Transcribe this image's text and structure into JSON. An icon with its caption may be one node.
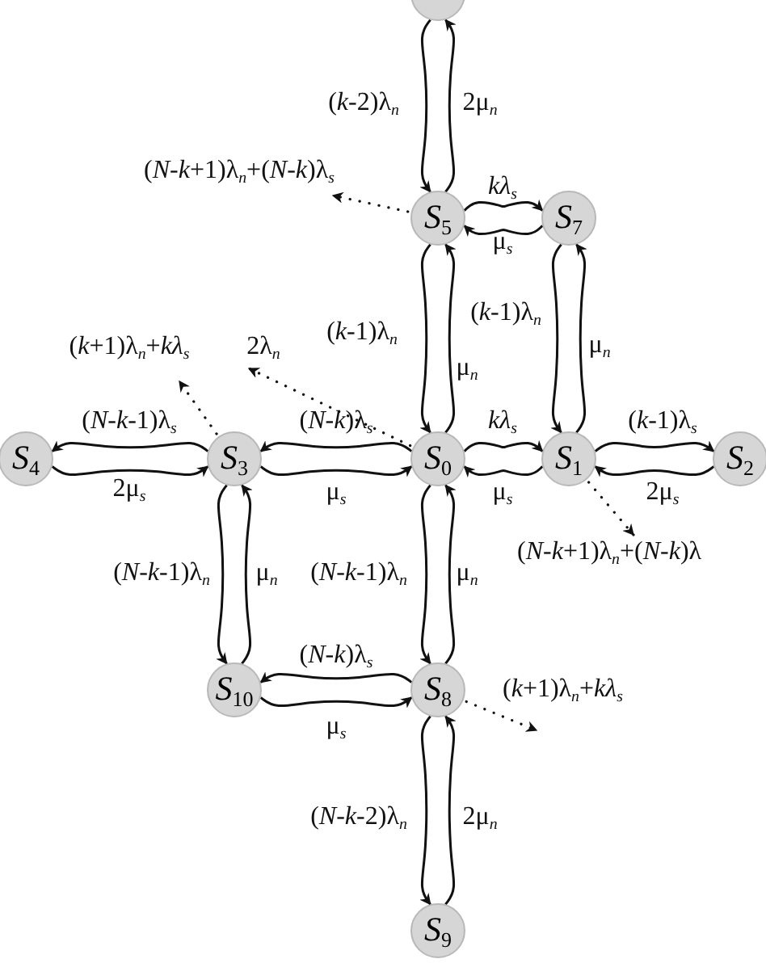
{
  "diagram": {
    "nodes": [
      {
        "text": [],
        "shape": "circle"
      },
      {
        "text": [
          "*S*$_{5}$"
        ]
      },
      {
        "text": [
          "*S*$_{7}$"
        ]
      },
      {
        "text": [
          "*S*$_{4}$"
        ]
      },
      {
        "text": [
          "*S*$_{3}$"
        ]
      },
      {
        "text": [
          "*S*$_{0}$"
        ]
      },
      {
        "text": [
          "*S*$_{1}$"
        ]
      },
      {
        "text": [
          "*S*$_{2}$"
        ]
      },
      {
        "text": [
          "*S*$_{10}$"
        ]
      },
      {
        "text": [
          "*S*$_{8}$"
        ]
      },
      {
        "text": [
          "*S*$_{9}$"
        ]
      }
    ],
    "edges": [
      {
        "from": 0,
        "to": 1,
        "arrow": "to",
        "label": "(*k*-2)λ$_{n}$"
      },
      {
        "from": 1,
        "to": 0,
        "arrow": "to",
        "label": "2μ$_{n}$"
      },
      {
        "from": 1,
        "to": 2,
        "arrow": "to",
        "label": "*kλ*$_{s}$"
      },
      {
        "from": 2,
        "to": 1,
        "arrow": "to",
        "label": "μ$_{s}$"
      },
      {
        "from": 1,
        "to": 5,
        "arrow": "to",
        "label": "(*k*-1)λ$_{n}$"
      },
      {
        "from": 5,
        "to": 1,
        "arrow": "to",
        "label": "μ$_{n}$"
      },
      {
        "from": 2,
        "to": 6,
        "arrow": "to",
        "label": "(*k*-1)λ$_{n}$"
      },
      {
        "from": 6,
        "to": 2,
        "arrow": "to",
        "label": "μ$_{n}$"
      },
      {
        "from": 4,
        "to": 3,
        "arrow": "to",
        "label": "(*N*-*k*-1)λ$_{s}$"
      },
      {
        "from": 3,
        "to": 4,
        "arrow": "to",
        "label": "2μ$_{s}$"
      },
      {
        "from": 5,
        "to": 4,
        "arrow": "to",
        "label": "(*N*-*k*)λ$_{s}$"
      },
      {
        "from": 4,
        "to": 5,
        "arrow": "to",
        "label": "μ$_{s}$"
      },
      {
        "from": 5,
        "to": 6,
        "arrow": "to",
        "label": "*kλ*$_{s}$"
      },
      {
        "from": 6,
        "to": 5,
        "arrow": "to",
        "label": "μ$_{s}$"
      },
      {
        "from": 6,
        "to": 7,
        "arrow": "to",
        "label": "(*k*-1)λ$_{s}$"
      },
      {
        "from": 7,
        "to": 6,
        "arrow": "to",
        "label": "2μ$_{s}$"
      },
      {
        "from": 4,
        "to": 8,
        "arrow": "to",
        "label": "(*N*-*k*-1)λ$_{n}$"
      },
      {
        "from": 8,
        "to": 4,
        "arrow": "to",
        "label": "μ$_{n}$"
      },
      {
        "from": 5,
        "to": 9,
        "arrow": "to",
        "label": "(*N*-*k*-1)λ$_{n}$"
      },
      {
        "from": 9,
        "to": 5,
        "arrow": "to",
        "label": "μ$_{n}$"
      },
      {
        "from": 9,
        "to": 8,
        "arrow": "to",
        "label": "(*N*-*k*)λ$_{s}$"
      },
      {
        "from": 8,
        "to": 9,
        "arrow": "to",
        "label": "μ$_{s}$"
      },
      {
        "from": 9,
        "to": 10,
        "arrow": "to",
        "label": "(*N*-*k*-2)λ$_{n}$"
      },
      {
        "from": 10,
        "to": 9,
        "arrow": "to",
        "label": "2μ$_{n}$"
      },
      {
        "from": 1,
        "to": null,
        "arrow": "to",
        "style": "dashed",
        "label": "(*N*-*k*+1)λ$_{n}$+(*N*-*k*)λ$_{s}$"
      },
      {
        "from": 4,
        "to": null,
        "arrow": "to",
        "style": "dashed",
        "label": "(*k*+1)λ$_{n}$+*kλ*$_{s}$"
      },
      {
        "from": 5,
        "to": null,
        "arrow": "to",
        "style": "dashed",
        "label": "2λ$_{n}$"
      },
      {
        "from": 6,
        "to": null,
        "arrow": "to",
        "style": "dashed",
        "label": "(*N*-*k*+1)λ$_{n}$+(*N*-*k*)λ"
      },
      {
        "from": 9,
        "to": null,
        "arrow": "to",
        "style": "dashed",
        "label": "(*k*+1)λ$_{n}$+*kλ*$_{s}$"
      }
    ]
  }
}
